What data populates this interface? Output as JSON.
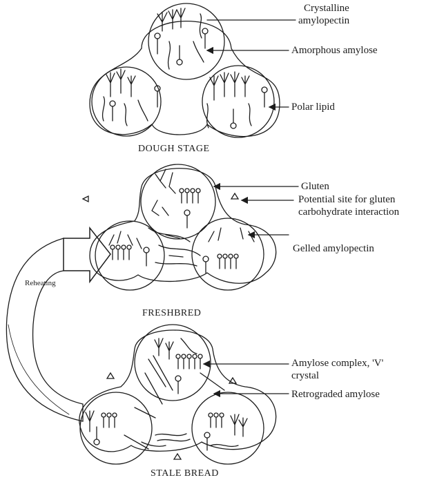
{
  "stages": {
    "dough": {
      "title": "DOUGH STAGE"
    },
    "fresh": {
      "title": "FRESHBRED"
    },
    "stale": {
      "title": "STALE BREAD"
    }
  },
  "labels": {
    "crystalline_line1": "Crystalline",
    "crystalline_line2": "amylopectin",
    "amorphous_amylose": "Amorphous amylose",
    "polar_lipid": "Polar lipid",
    "gluten": "Gluten",
    "potential_line1": "Potential site for gluten",
    "potential_line2": "carbohydrate interaction",
    "gelled_amylopectin": "Gelled amylopectin",
    "amylose_complex_line1": "Amylose complex, 'V'",
    "amylose_complex_line2": "crystal",
    "retrograded_amylose": "Retrograded amylose",
    "reheating": "Reheating"
  }
}
